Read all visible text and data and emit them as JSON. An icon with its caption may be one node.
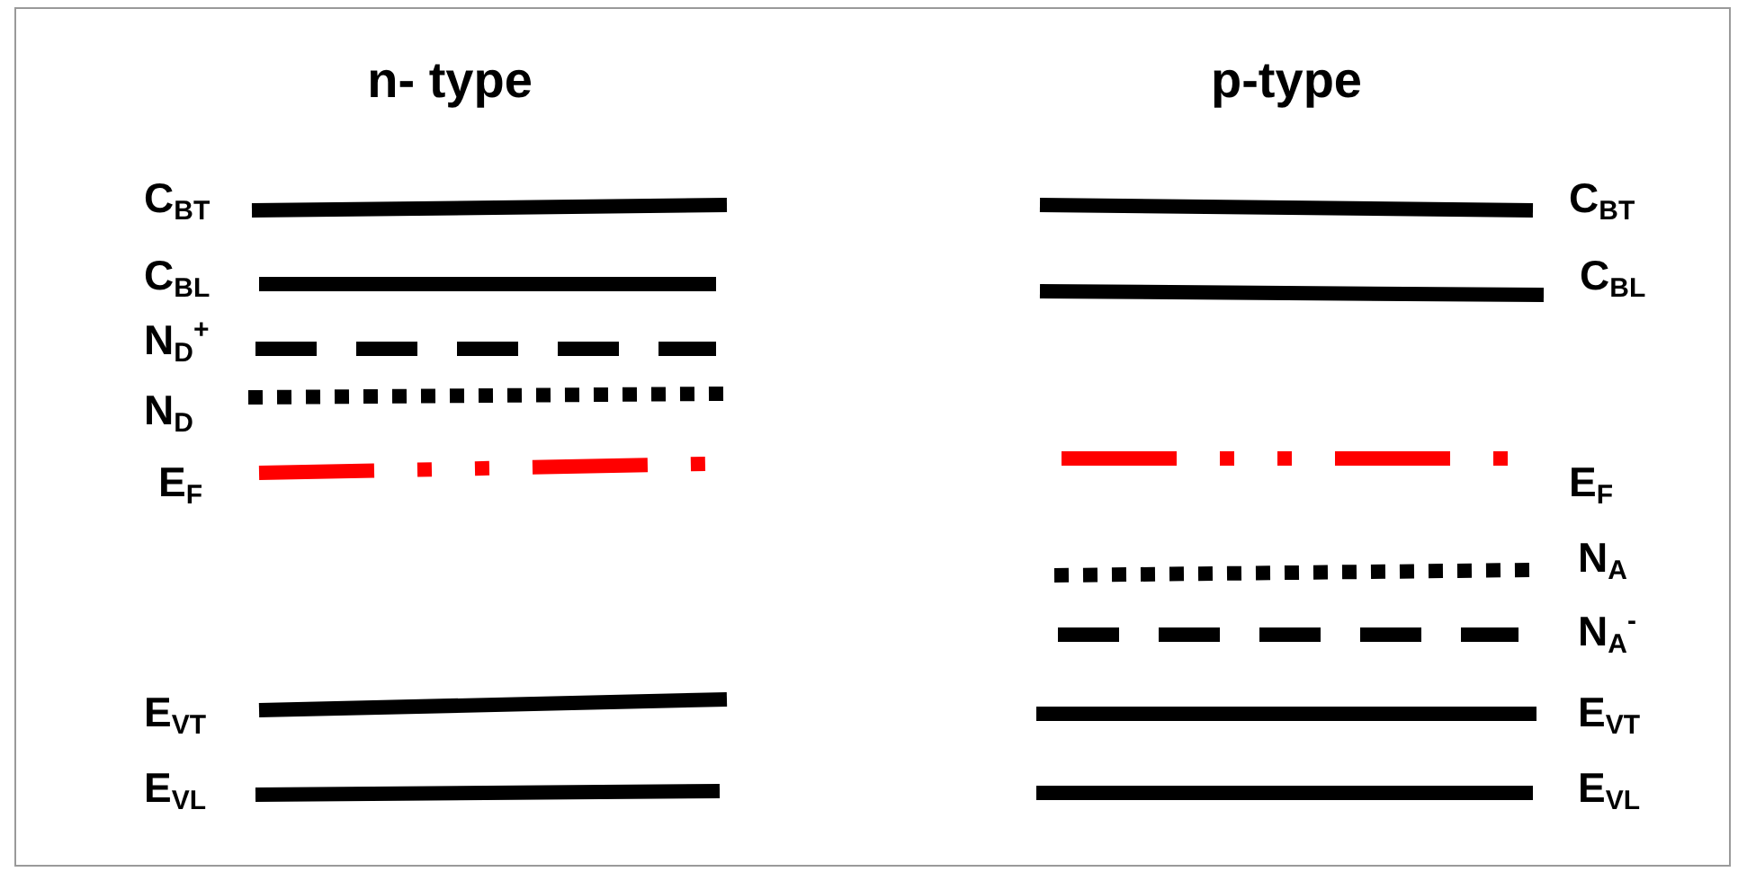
{
  "diagram": {
    "labels": [
      "n- type",
      "p-type",
      "C$_{BT}$",
      "C$_{BT}$",
      "C$_{BL}$",
      "C$_{BL}$",
      "N$_{D}$$^{+}$",
      "N$_{D}$",
      "E$_{F}$",
      "E$_{F}$",
      "N$_{A}$",
      "N$_{A}$$^{-}$",
      "E$_{VT}$",
      "E$_{VT}$",
      "E$_{VL}$",
      "E$_{VL}$"
    ]
  }
}
